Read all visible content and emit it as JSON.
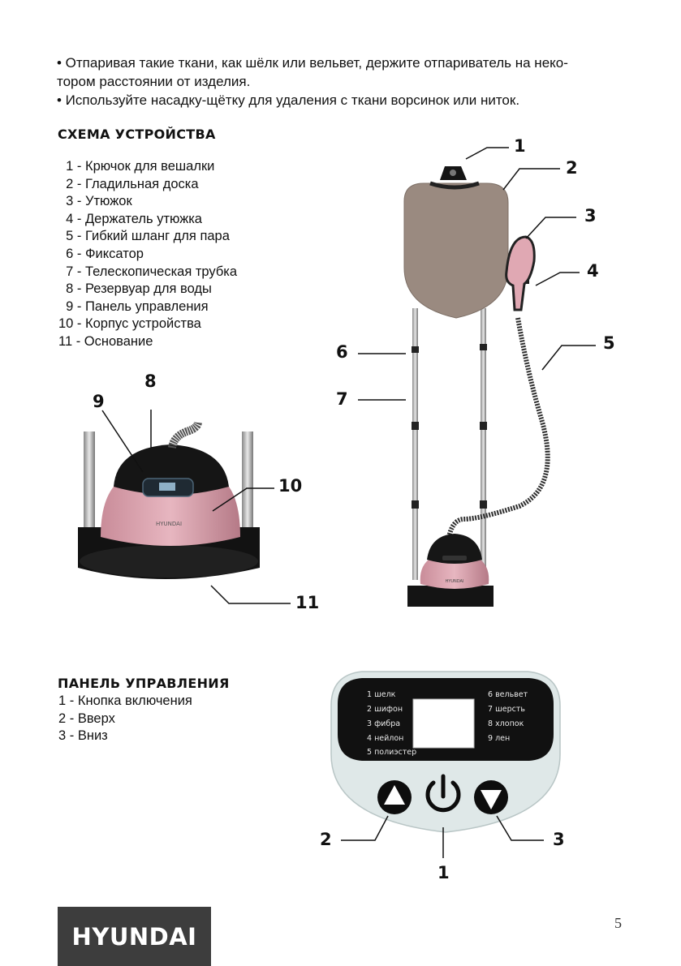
{
  "intro": [
    "• Отпаривая такие ткани, как шёлк или вельвет, держите отпариватель на неко-",
    "тором расстоянии от изделия.",
    "• Используйте насадку-щётку для удаления с ткани ворсинок или ниток."
  ],
  "scheme": {
    "title": "СХЕМА УСТРОЙСТВА",
    "parts": [
      "  1 - Крючок для вешалки",
      "  2 - Гладильная доска",
      "  3 - Утюжок",
      "  4 - Держатель утюжка",
      "  5 - Гибкий шланг для пара",
      "  6 - Фиксатор",
      "  7 - Телескопическая трубка",
      "  8 - Резервуар для воды",
      "  9 - Панель управления",
      "10 - Корпус устройства",
      "11 - Основание"
    ],
    "callouts": [
      "1",
      "2",
      "3",
      "4",
      "5",
      "6",
      "7",
      "8",
      "9",
      "10",
      "11"
    ],
    "brand_on_body": "HYUNDAI"
  },
  "control_panel": {
    "title": "ПАНЕЛЬ УПРАВЛЕНИЯ",
    "items": [
      "1 - Кнопка включения",
      "2 - Вверх",
      "3 - Вниз"
    ],
    "fabrics_left": [
      "1 шелк",
      "2 шифон",
      "3 фибра",
      "4 нейлон",
      "5 полиэстер"
    ],
    "fabrics_right": [
      "6 вельвет",
      "7 шерсть",
      "8 хлопок",
      "9 лен"
    ],
    "callouts": [
      "1",
      "2",
      "3"
    ]
  },
  "footer": {
    "logo": "HYUNDAI",
    "page_number": "5"
  },
  "colors": {
    "board": "#9a8a80",
    "body_pink": "#d9a0ac",
    "panel_black": "#111111",
    "panel_tint": "#dfe8e8",
    "logo_bg": "#3d3d3d"
  }
}
